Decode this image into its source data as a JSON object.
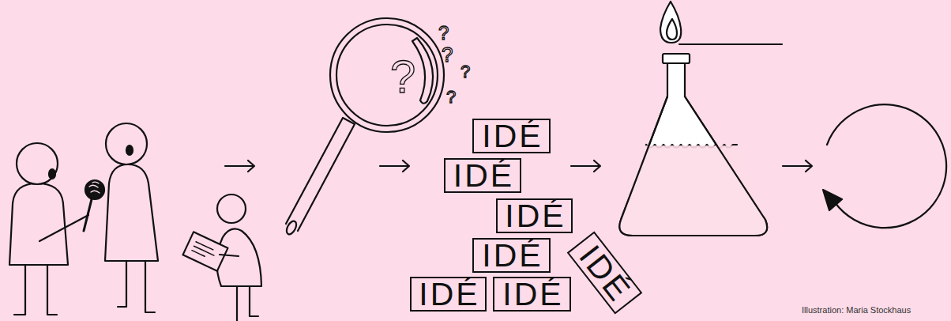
{
  "diagram": {
    "nodes": [
      {
        "text": [
          "IDÉ"
        ]
      },
      {
        "text": [
          "IDÉ"
        ]
      },
      {
        "text": [
          "IDÉ"
        ]
      },
      {
        "text": [
          "IDÉ"
        ]
      },
      {
        "text": [
          "IDÉ"
        ]
      },
      {
        "text": [
          "IDÉ"
        ]
      },
      {
        "text": [
          "IDÉ"
        ]
      }
    ],
    "labels": [
      "?",
      "?",
      "?",
      "?",
      "?",
      "Illustration: Maria Stockhaus"
    ]
  }
}
